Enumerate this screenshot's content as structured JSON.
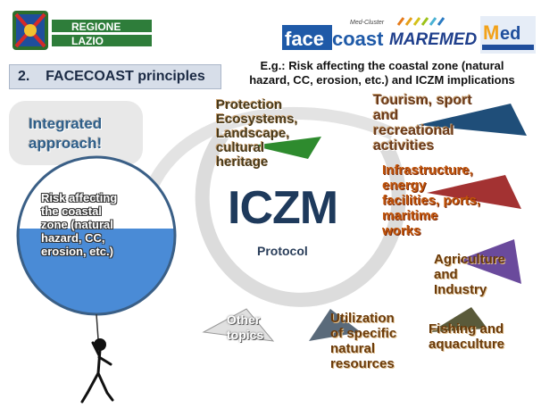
{
  "header": {
    "regione_logo": {
      "line1": "REGIONE",
      "line2": "LAZIO"
    },
    "facecoast_logo": {
      "face": "face",
      "coast": "coast",
      "tag": "Med-Cluster"
    },
    "maremed_logo": {
      "text": "MAREMED"
    },
    "med_logo": {
      "text": "ed"
    }
  },
  "title": {
    "number": "2.",
    "text": "FACECOAST principles"
  },
  "example": {
    "line1": "E.g.: Risk affecting the coastal zone (natural",
    "line2": "hazard,  CC, erosion, etc.) and ICZM implications"
  },
  "diagram": {
    "integrated": {
      "line1": "Integrated",
      "line2": "approach!"
    },
    "balloon": [
      "Risk affecting",
      "the coastal",
      "zone (natural",
      "hazard,  CC,",
      "erosion, etc.)"
    ],
    "center_title": "ICZM",
    "center_subtitle": "Protocol",
    "sectors": [
      {
        "lines": [
          "Protection",
          "Ecosystems,",
          "Landscape,",
          "cultural",
          "heritage"
        ],
        "color": "#2e8b2e"
      },
      {
        "lines": [
          "Tourism, sport",
          "and",
          "recreational",
          "activities"
        ],
        "color": "#1f4e79"
      },
      {
        "lines": [
          "Infrastructure,",
          "energy",
          "facilities, ports,",
          "maritime",
          "works"
        ],
        "color": "#a33232"
      },
      {
        "lines": [
          "Agriculture",
          "and",
          "Industry"
        ],
        "color": "#6a4a9c"
      },
      {
        "lines": [
          "Fishing and",
          "aquaculture"
        ],
        "color": "#4a4a2a"
      },
      {
        "lines": [
          "Utilization",
          "of specific",
          "natural",
          "resources"
        ],
        "color": "#5a6a7a"
      },
      {
        "lines": [
          "Other",
          "topics"
        ],
        "color": "#cccccc"
      }
    ]
  },
  "colors": {
    "title_bg": "#d7dee9",
    "balloon_water": "#4a8bd6",
    "arrow_grey": "#d9d9d9"
  }
}
